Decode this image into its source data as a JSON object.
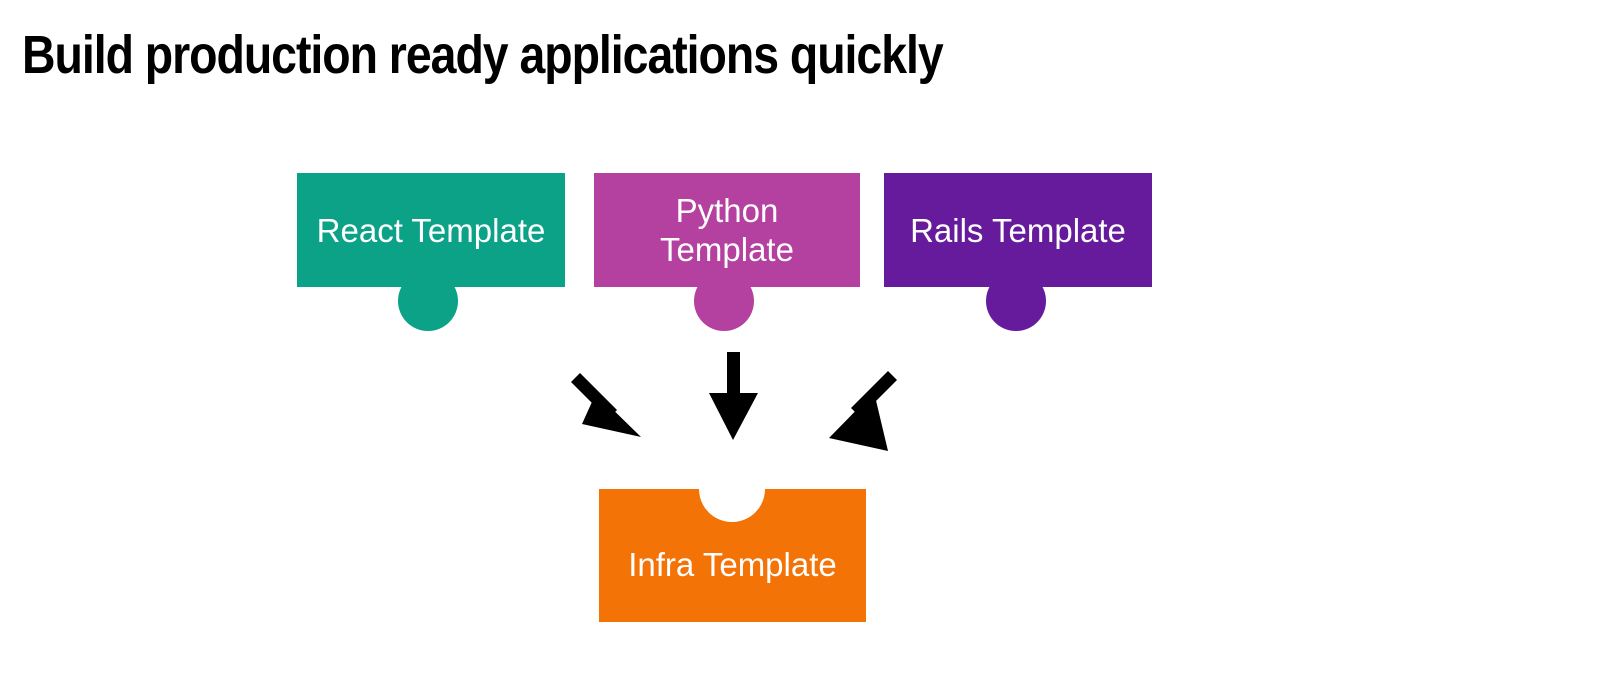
{
  "page": {
    "title": "Build production ready applications quickly",
    "background_color": "#ffffff"
  },
  "diagram": {
    "type": "puzzle-piece-composition",
    "description": "Three application template puzzle pieces with tabs feed into a single infrastructure template piece with a socket.",
    "source_nodes": [
      {
        "id": "react",
        "label": "React Template",
        "color": "#0CA288",
        "text_color": "#ffffff",
        "connector": "tab-bottom"
      },
      {
        "id": "python",
        "label": "Python\nTemplate",
        "color": "#B4409F",
        "text_color": "#ffffff",
        "connector": "tab-bottom"
      },
      {
        "id": "rails",
        "label": "Rails Template",
        "color": "#661A9C",
        "text_color": "#ffffff",
        "connector": "tab-bottom"
      }
    ],
    "target_node": {
      "id": "infra",
      "label": "Infra Template",
      "color": "#F47307",
      "text_color": "#ffffff",
      "connector": "socket-top"
    },
    "arrows": [
      {
        "id": "arrow-react-to-infra",
        "direction": "down-right",
        "color": "#000000"
      },
      {
        "id": "arrow-python-to-infra",
        "direction": "down",
        "color": "#000000"
      },
      {
        "id": "arrow-rails-to-infra",
        "direction": "down-left",
        "color": "#000000"
      }
    ]
  }
}
